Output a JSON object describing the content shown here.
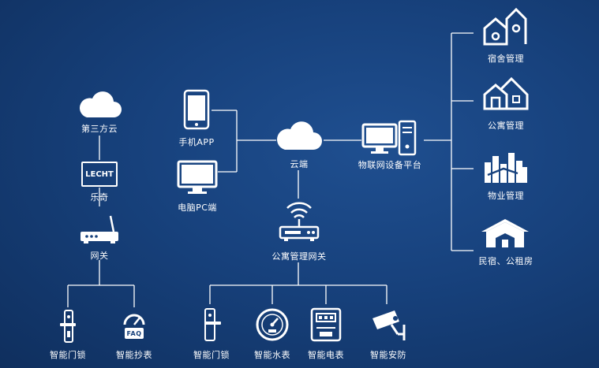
{
  "colors": {
    "background": "#17417c",
    "line": "#ffffff",
    "icon": "#ffffff"
  },
  "left": {
    "third_party_cloud": "第三方云",
    "lecht_logo": "LECHT",
    "leqi": "乐奇",
    "gateway": "网关",
    "smart_lock": "智能门锁",
    "smart_meter_reading": "智能抄表",
    "faq_badge": "FAQ"
  },
  "center": {
    "mobile_app": "手机APP",
    "pc": "电脑PC端",
    "cloud": "云端",
    "apartment_gateway": "公寓管理网关",
    "iot_platform": "物联网设备平台"
  },
  "bottom": {
    "smart_lock": "智能门锁",
    "water_meter": "智能水表",
    "electric_meter": "智能电表",
    "security": "智能安防"
  },
  "right": {
    "dormitory": "宿舍管理",
    "apartment": "公寓管理",
    "property": "物业管理",
    "homestay": "民宿、公租房"
  }
}
